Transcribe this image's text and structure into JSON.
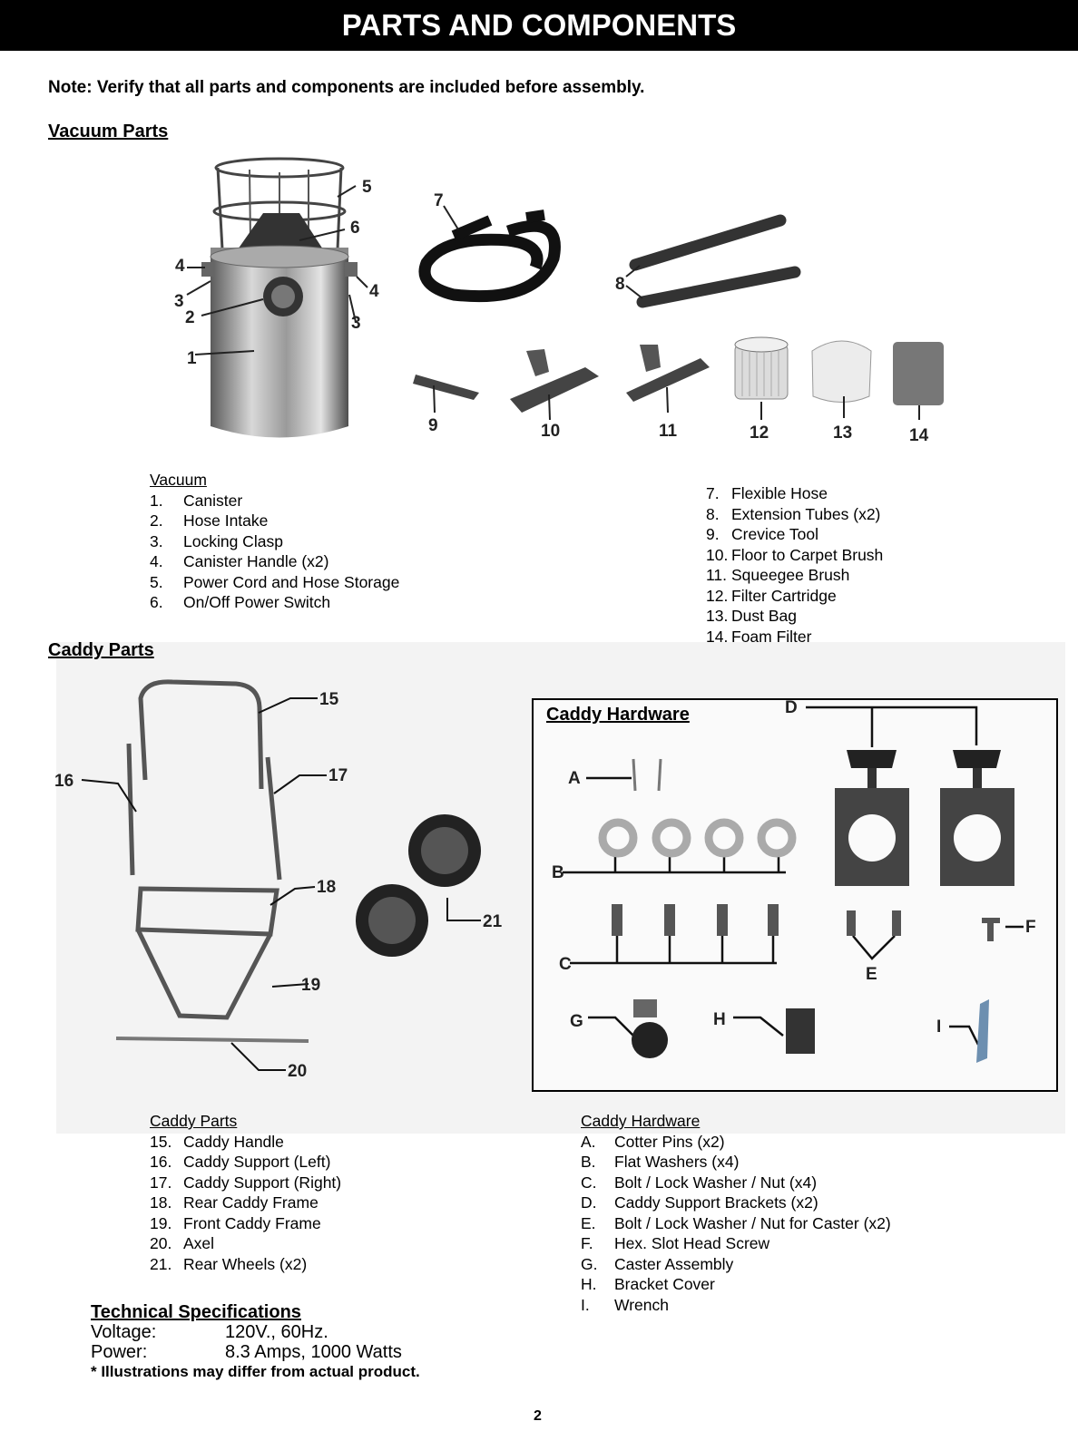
{
  "banner": {
    "title": "PARTS AND COMPONENTS"
  },
  "note": "Note: Verify that all parts and components are included before assembly.",
  "vacuum_section": {
    "heading": "Vacuum Parts",
    "callouts": [
      "1",
      "2",
      "3",
      "3",
      "4",
      "4",
      "5",
      "6",
      "7",
      "8",
      "9",
      "10",
      "11",
      "12",
      "13",
      "14"
    ],
    "list_left": {
      "caption": "Vacuum",
      "items": [
        {
          "num": "1.",
          "label": "Canister"
        },
        {
          "num": "2.",
          "label": "Hose Intake"
        },
        {
          "num": "3.",
          "label": "Locking Clasp"
        },
        {
          "num": "4.",
          "label": "Canister Handle (x2)"
        },
        {
          "num": "5.",
          "label": "Power Cord and Hose Storage"
        },
        {
          "num": "6.",
          "label": "On/Off Power Switch"
        }
      ]
    },
    "list_right": {
      "items": [
        {
          "num": "7.",
          "label": "Flexible Hose"
        },
        {
          "num": "8.",
          "label": "Extension Tubes (x2)"
        },
        {
          "num": "9.",
          "label": "Crevice Tool"
        },
        {
          "num": "10.",
          "label": "Floor to Carpet Brush"
        },
        {
          "num": "11.",
          "label": "Squeegee Brush"
        },
        {
          "num": "12.",
          "label": "Filter Cartridge"
        },
        {
          "num": "13.",
          "label": "Dust Bag"
        },
        {
          "num": "14.",
          "label": "Foam Filter"
        }
      ]
    }
  },
  "caddy_section": {
    "heading": "Caddy Parts",
    "callouts": [
      "15",
      "16",
      "17",
      "18",
      "19",
      "20",
      "21"
    ],
    "hardware_title": "Caddy Hardware",
    "hardware_callouts": [
      "A",
      "B",
      "C",
      "D",
      "E",
      "F",
      "G",
      "H",
      "I"
    ],
    "list_left": {
      "caption": "Caddy Parts",
      "items": [
        {
          "num": "15.",
          "label": "Caddy Handle"
        },
        {
          "num": "16.",
          "label": "Caddy Support (Left)"
        },
        {
          "num": "17.",
          "label": "Caddy Support (Right)"
        },
        {
          "num": "18.",
          "label": "Rear Caddy Frame"
        },
        {
          "num": "19.",
          "label": "Front Caddy Frame"
        },
        {
          "num": "20.",
          "label": "Axel"
        },
        {
          "num": "21.",
          "label": "Rear Wheels (x2)"
        }
      ]
    },
    "list_right": {
      "caption": "Caddy Hardware",
      "items": [
        {
          "num": "A.",
          "label": "Cotter Pins (x2)"
        },
        {
          "num": "B.",
          "label": "Flat Washers (x4)"
        },
        {
          "num": "C.",
          "label": "Bolt / Lock Washer / Nut (x4)"
        },
        {
          "num": "D.",
          "label": "Caddy Support Brackets (x2)"
        },
        {
          "num": "E.",
          "label": "Bolt / Lock Washer / Nut for Caster (x2)"
        },
        {
          "num": "F.",
          "label": "Hex. Slot Head Screw"
        },
        {
          "num": "G.",
          "label": "Caster  Assembly"
        },
        {
          "num": "H.",
          "label": "Bracket Cover"
        },
        {
          "num": "I.",
          "label": "Wrench"
        }
      ]
    }
  },
  "specs": {
    "heading": "Technical Specifications",
    "rows": [
      {
        "key": "Voltage:",
        "value": "120V.,  60Hz."
      },
      {
        "key": "Power:",
        "value": "8.3 Amps, 1000 Watts"
      }
    ],
    "disclaimer": "* Illustrations may differ from actual product."
  },
  "page_number": "2"
}
